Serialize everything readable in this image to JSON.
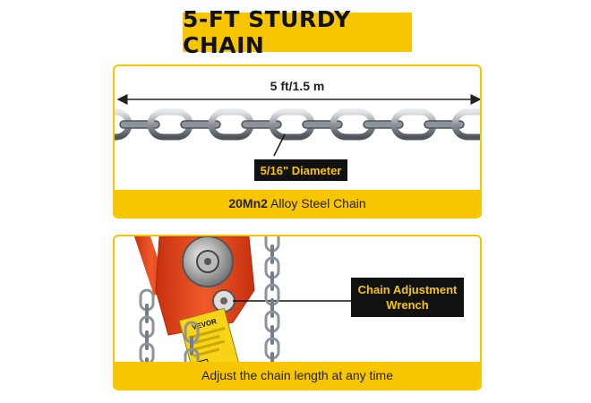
{
  "title": "5-FT STURDY CHAIN",
  "chain_panel": {
    "length_label": "5 ft/1.5 m",
    "diameter_label": "5/16\" Diameter",
    "caption_bold": "20Mn2",
    "caption_rest": " Alloy Steel Chain"
  },
  "hoist_panel": {
    "callout_line1": "Chain Adjustment",
    "callout_line2": "Wrench",
    "brand": "VEVOR",
    "caption": "Adjust the chain length at any time"
  },
  "colors": {
    "accent_yellow": "#f7c600",
    "hoist_orange": "#e8421c",
    "chain_steel": "#9aa0a6"
  }
}
